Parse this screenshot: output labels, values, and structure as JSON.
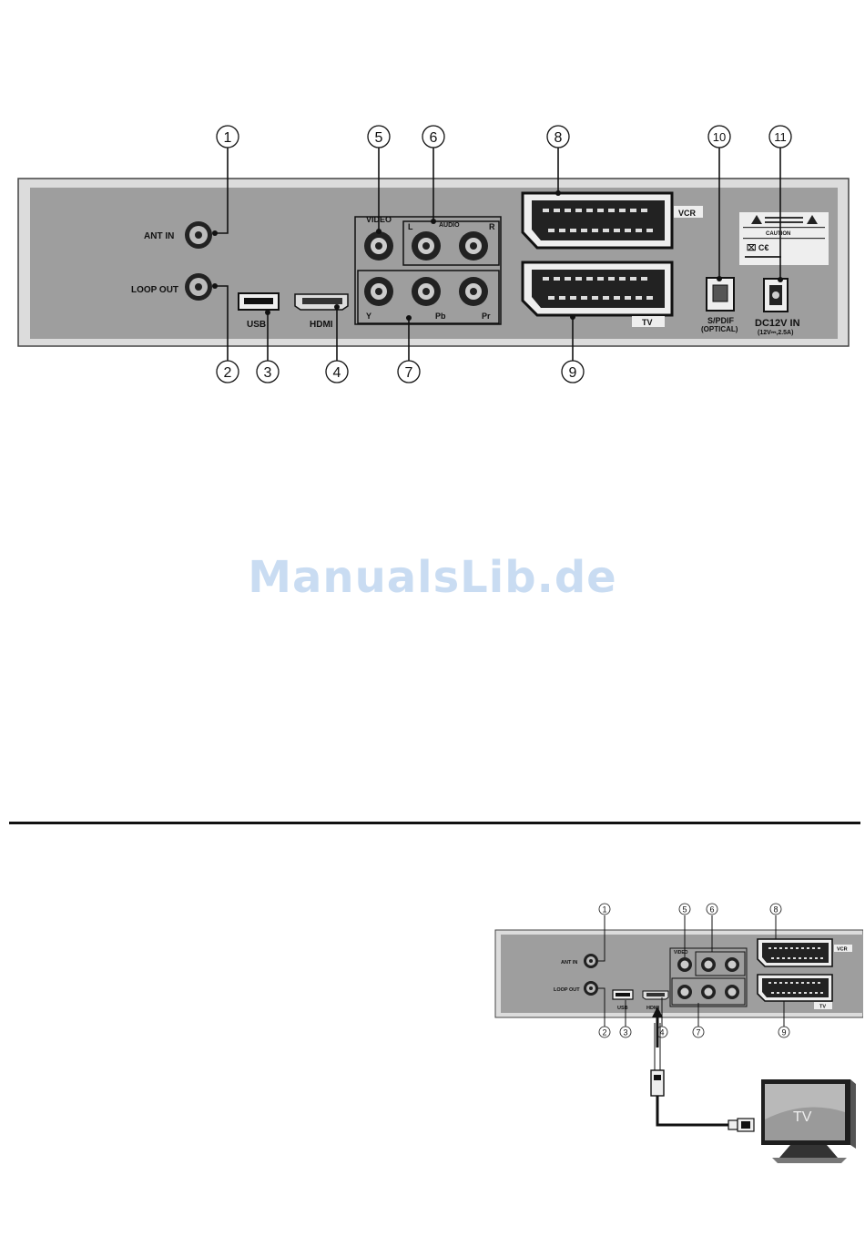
{
  "watermark": "ManualsLib.de",
  "colors": {
    "panel_outer": "#d9d9d9",
    "panel_inner": "#9c9c9c",
    "ink": "#111111",
    "watermark": "#c9dcf2",
    "tv_screen": "#8a8a8a"
  },
  "callout_numbers": [
    "1",
    "2",
    "3",
    "4",
    "5",
    "6",
    "7",
    "8",
    "9",
    "10",
    "11"
  ],
  "labels": {
    "ant_in": "ANT IN",
    "loop_out": "LOOP OUT",
    "usb": "USB",
    "hdmi": "HDMI",
    "video": "VIDEO",
    "audio": "AUDIO",
    "audio_l": "L",
    "audio_r": "R",
    "y": "Y",
    "pb": "Pb",
    "pr": "Pr",
    "vcr": "VCR",
    "tv": "TV",
    "spdif": "S/PDIF",
    "optical": "(OPTICAL)",
    "dc_in": "DC12V IN",
    "dc_rating": "(12V⎓,2.5A)",
    "caution": "CAUTION"
  },
  "small_callout_numbers": [
    "1",
    "2",
    "3",
    "4",
    "5",
    "6",
    "7",
    "8",
    "9"
  ],
  "tv_label": "TV"
}
